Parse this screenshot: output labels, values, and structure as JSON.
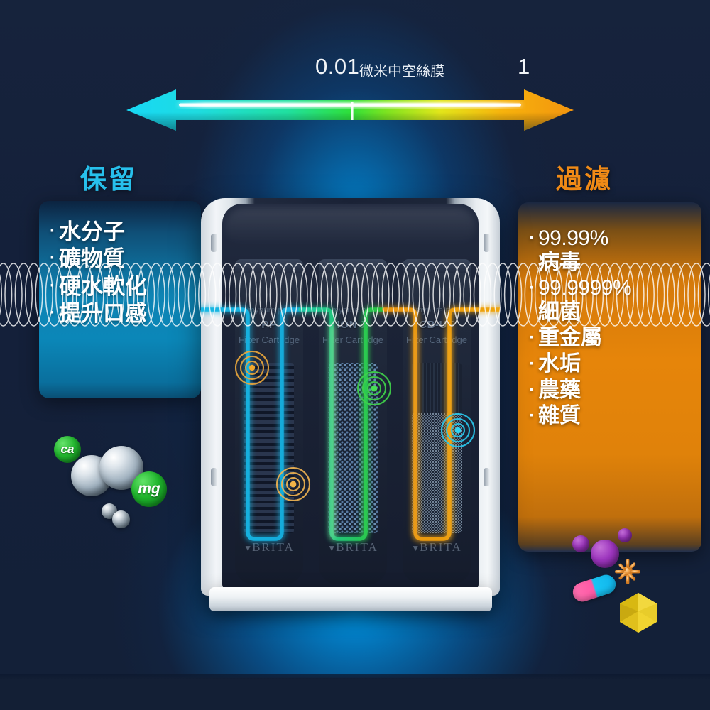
{
  "scale": {
    "left_value": "0.01",
    "unit_label": "微米中空絲膜",
    "right_value": "1",
    "gradient": [
      "#17d8f5",
      "#1fe0a8",
      "#2ee03a",
      "#d8e81c",
      "#f5a00c",
      "#f08a0a"
    ],
    "left_arrow_color": "#1ecdf2",
    "right_arrow_color": "#f2940e"
  },
  "left_section": {
    "heading": "保留",
    "heading_color": "#27c0ec",
    "panel_color": "#0e84b4",
    "items": [
      {
        "bullet": "·",
        "text": "水分子"
      },
      {
        "bullet": "·",
        "text": "礦物質"
      },
      {
        "bullet": "·",
        "text": "硬水軟化"
      },
      {
        "bullet": "·",
        "text": "提升口感"
      }
    ]
  },
  "right_section": {
    "heading": "過濾",
    "heading_color": "#f08a16",
    "panel_color": "#e6850a",
    "items": [
      {
        "bullet": "·",
        "value": "99.99%",
        "text": "病毒"
      },
      {
        "bullet": "·",
        "value": "99.9999%",
        "text": "細菌"
      },
      {
        "bullet": "·",
        "value": "",
        "text": "重金屬"
      },
      {
        "bullet": "·",
        "value": "",
        "text": "水垢"
      },
      {
        "bullet": "·",
        "value": "",
        "text": "農藥"
      },
      {
        "bullet": "·",
        "value": "",
        "text": "雜質"
      }
    ]
  },
  "machine": {
    "brand": "BRITA",
    "brand_mark": "▼",
    "cartridges": [
      {
        "brandline": "mypure pro",
        "code": "PP",
        "sub": "Filter Cartridge",
        "flow_color": "#1aa7d6"
      },
      {
        "brandline": "mypure pro",
        "code": "ION-X",
        "sub": "Filter Cartridge",
        "flow_color": "#27c23a"
      },
      {
        "brandline": "mypure pro",
        "code": "CB-UF",
        "sub": "Filter Cartridge",
        "flow_color": "#e0900f"
      }
    ]
  },
  "minerals": [
    {
      "label": "ca",
      "color": "#22b52e"
    },
    {
      "label": "mg",
      "color": "#1fb42c"
    }
  ],
  "contaminants": [
    {
      "name": "purple-molecule",
      "color": "#9c35bd"
    },
    {
      "name": "orange-star-particle",
      "color": "#f0a54a"
    },
    {
      "name": "pill-capsule",
      "colors": [
        "#ff5aa6",
        "#19c6f5"
      ]
    },
    {
      "name": "virus-icosahedron",
      "color": "#e8c81e"
    }
  ],
  "background": {
    "page_color": "#131f35",
    "glow_color": "#0096e6"
  }
}
